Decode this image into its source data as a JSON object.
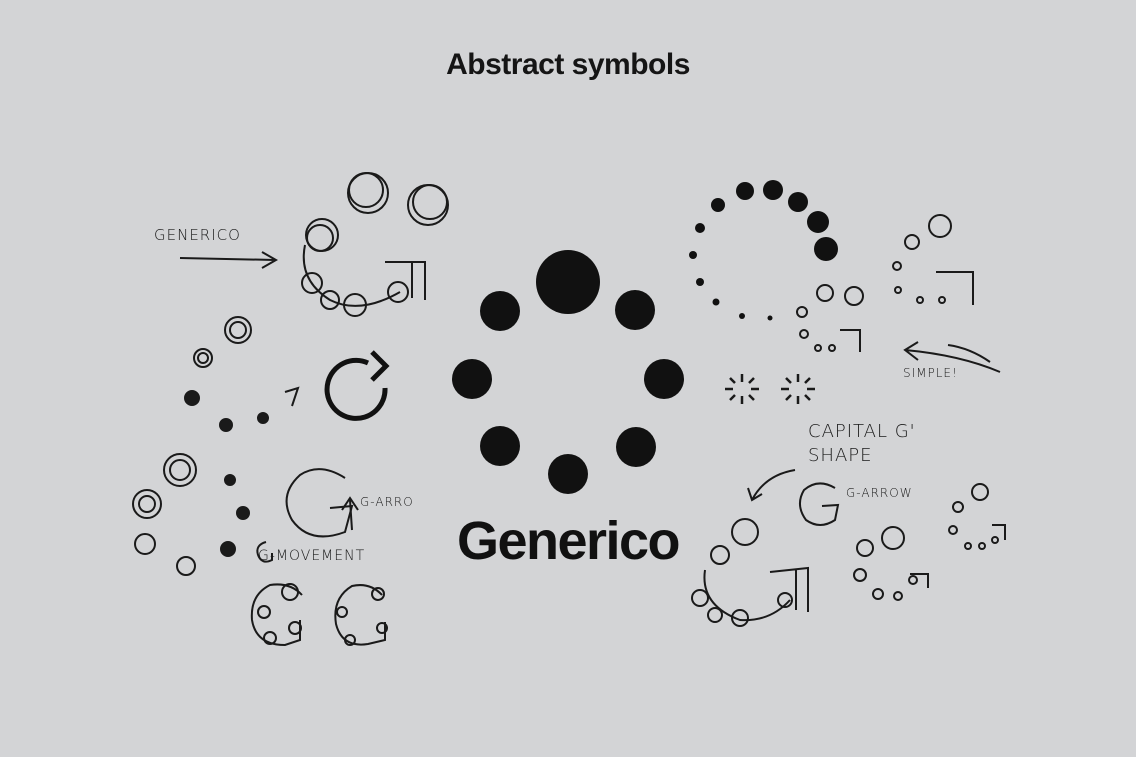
{
  "title": "Abstract symbols",
  "wordmark": "Generico",
  "sketch_notes": {
    "generico": "GENERICO",
    "simple": "SIMPLE!",
    "capital_g_shape": "CAPITAL G' SHAPE",
    "g_arrow_right": "G-ARROW",
    "g_arrow_left": "G-ARRO",
    "g_movement": "G-MOVEMENT"
  },
  "colors": {
    "background": "#d3d4d6",
    "ink": "#111111"
  }
}
